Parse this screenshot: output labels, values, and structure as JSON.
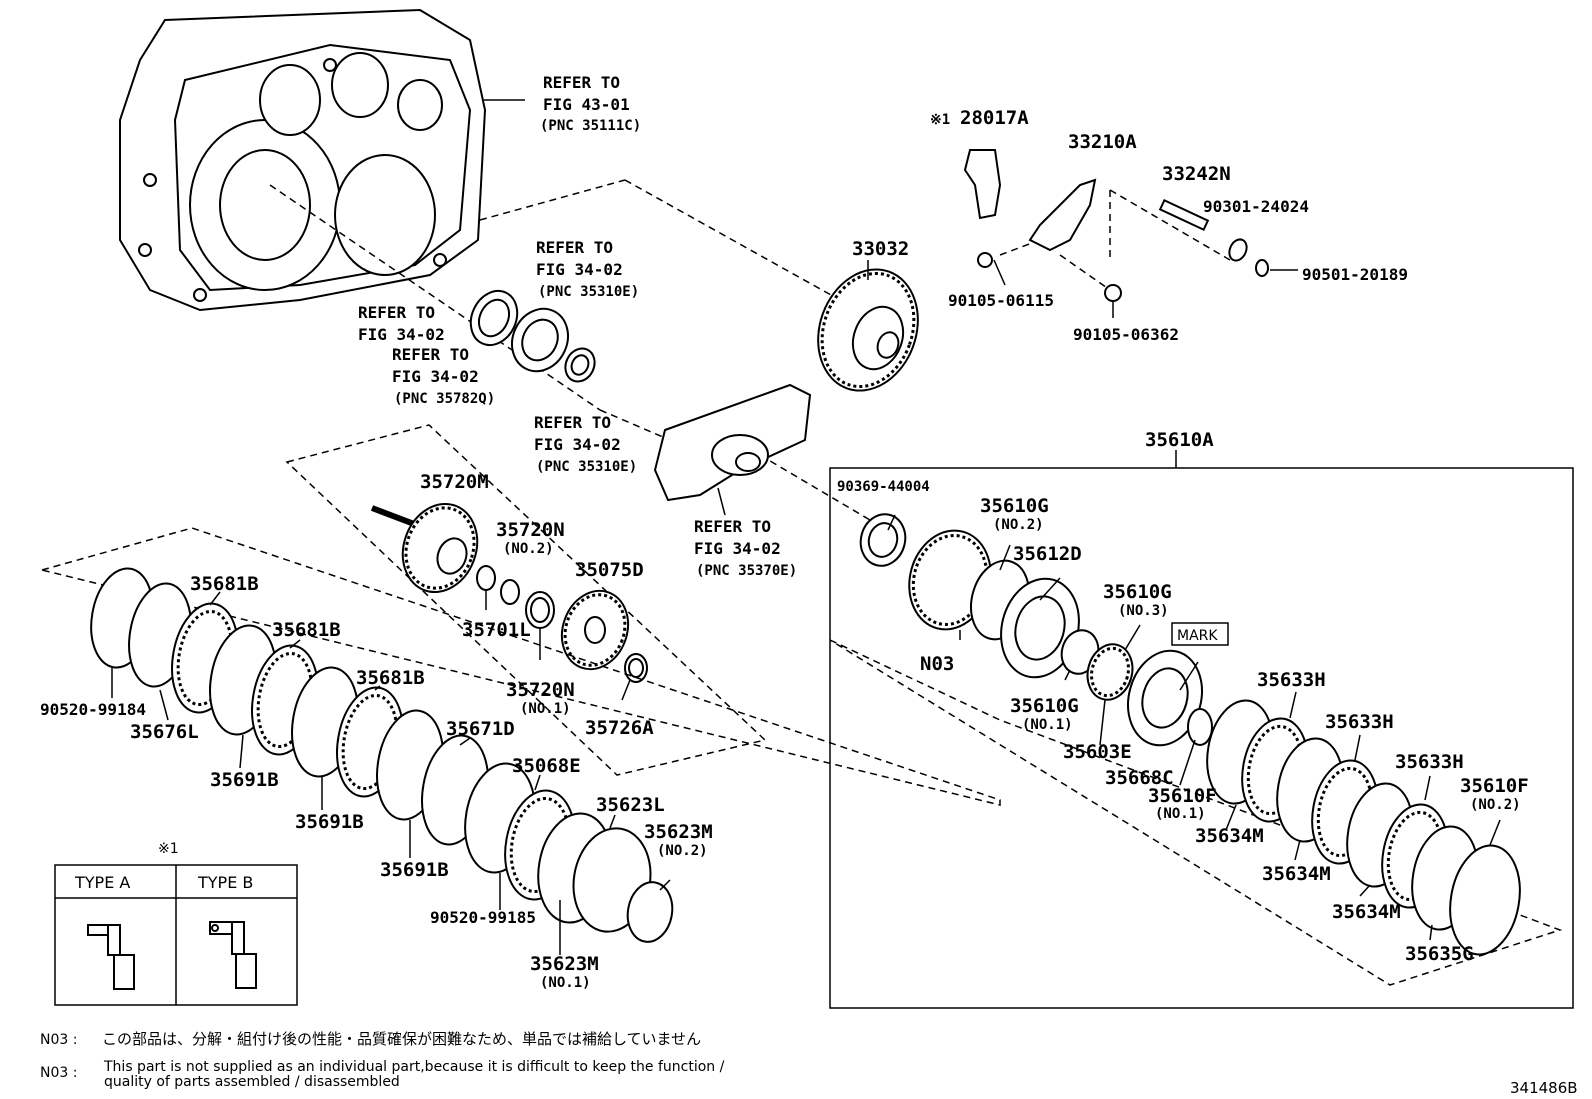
{
  "diagram_id": "341486B",
  "parts": {
    "p28017A": "28017A",
    "p28017A_mark": "※1",
    "p33210A": "33210A",
    "p33242N": "33242N",
    "p90301_24024": "90301-24024",
    "p90501_20189": "90501-20189",
    "p90105_06115": "90105-06115",
    "p90105_06362": "90105-06362",
    "p33032": "33032",
    "p35610A": "35610A",
    "p90369_44004": "90369-44004",
    "p35610G_no2": "35610G",
    "p35610G_no2_sub": "(NO.2)",
    "p35612D": "35612D",
    "p35610G_no3": "35610G",
    "p35610G_no3_sub": "(NO.3)",
    "mark": "MARK",
    "n03_label": "N03",
    "p35610G_no1": "35610G",
    "p35610G_no1_sub": "(NO.1)",
    "p35603E": "35603E",
    "p35668C": "35668C",
    "p35610F_no1": "35610F",
    "p35610F_no1_sub": "(NO.1)",
    "p35633H_a": "35633H",
    "p35633H_b": "35633H",
    "p35633H_c": "35633H",
    "p35610F_no2": "35610F",
    "p35610F_no2_sub": "(NO.2)",
    "p35634M_a": "35634M",
    "p35634M_b": "35634M",
    "p35634M_c": "35634M",
    "p35635G": "35635G",
    "p35720M": "35720M",
    "p35720N_no2": "35720N",
    "p35720N_no2_sub": "(NO.2)",
    "p35075D": "35075D",
    "p35701L": "35701L",
    "p35720N_no1": "35720N",
    "p35720N_no1_sub": "(NO.1)",
    "p35726A": "35726A",
    "p35681B_a": "35681B",
    "p35681B_b": "35681B",
    "p35681B_c": "35681B",
    "p90520_99184": "90520-99184",
    "p35676L": "35676L",
    "p35691B_a": "35691B",
    "p35691B_b": "35691B",
    "p35691B_c": "35691B",
    "p35671D": "35671D",
    "p35068E": "35068E",
    "p35623L": "35623L",
    "p35623M_no2": "35623M",
    "p35623M_no2_sub": "(NO.2)",
    "p90520_99185": "90520-99185",
    "p35623M_no1": "35623M",
    "p35623M_no1_sub": "(NO.1)"
  },
  "refs": {
    "r1": {
      "l1": "REFER TO",
      "l2": "FIG 43-01",
      "l3": "(PNC 35111C)"
    },
    "r2": {
      "l1": "REFER TO",
      "l2": "FIG 34-02",
      "l3": "(PNC 35310E)"
    },
    "r3": {
      "l1": "REFER TO",
      "l2": "FIG 34-02"
    },
    "r4": {
      "l1": "REFER TO",
      "l2": "FIG 34-02",
      "l3": "(PNC 35782Q)"
    },
    "r5": {
      "l1": "REFER TO",
      "l2": "FIG 34-02",
      "l3": "(PNC 35310E)"
    },
    "r6": {
      "l1": "REFER TO",
      "l2": "FIG 34-02",
      "l3": "(PNC 35370E)"
    }
  },
  "type_table": {
    "mark": "※1",
    "col_a": "TYPE A",
    "col_b": "TYPE B"
  },
  "notes": {
    "n1_code": "N03 :",
    "n1_text": "この部品は、分解・組付け後の性能・品質確保が困難なため、単品では補給していません",
    "n2_code": "N03 :",
    "n2_text_l1": "This part is not supplied as an individual part,because it is difficult to keep the function /",
    "n2_text_l2": "quality of parts assembled / disassembled"
  }
}
